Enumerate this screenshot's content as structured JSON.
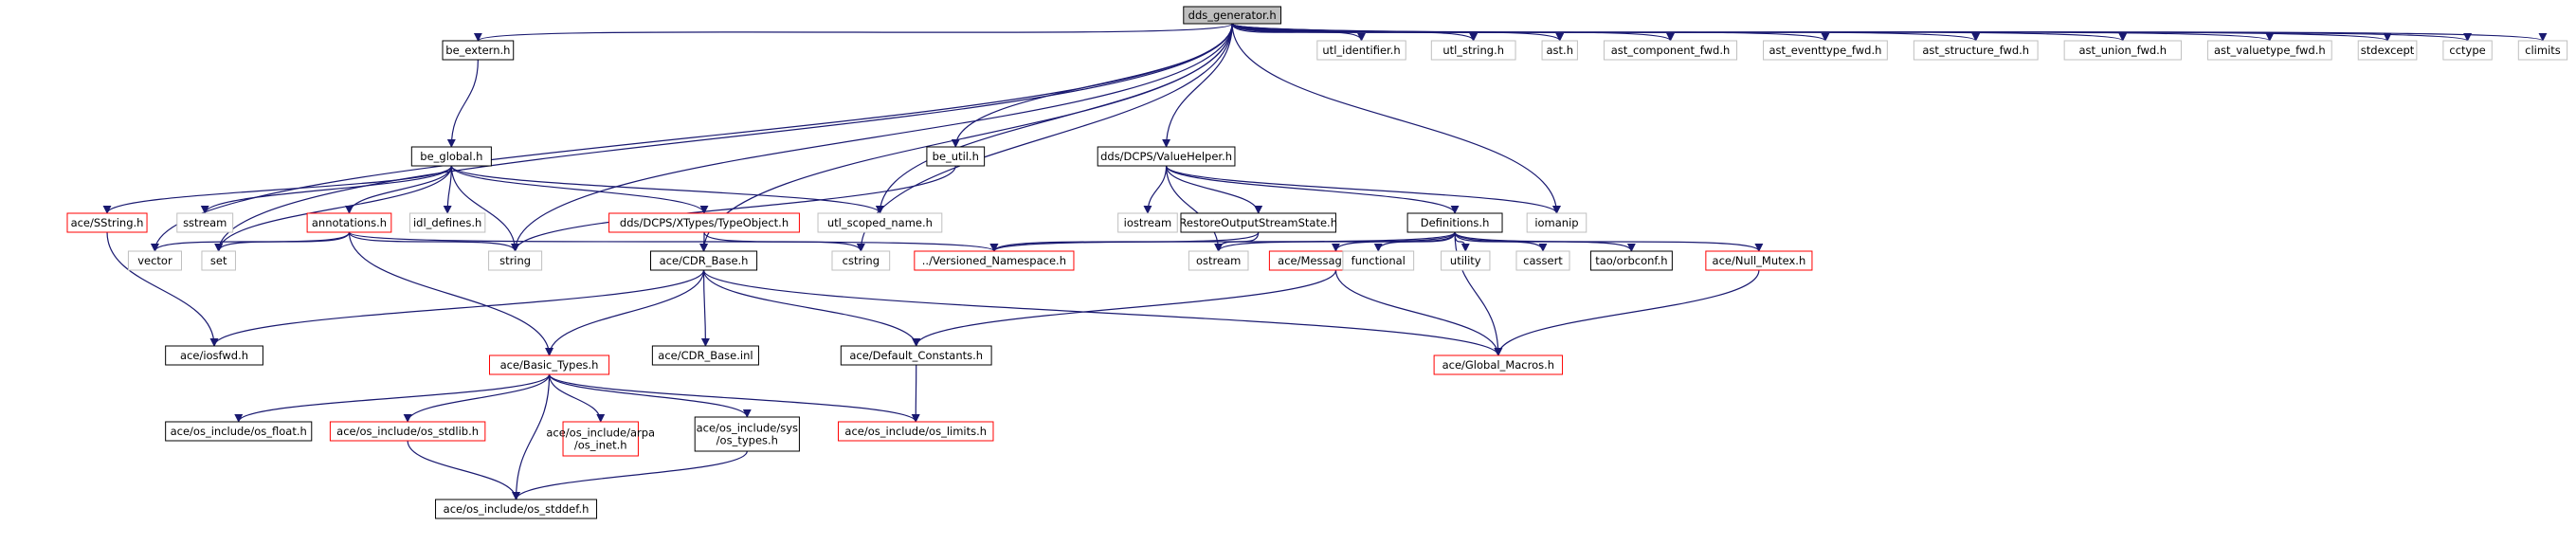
{
  "colors": {
    "edge": "#191970",
    "box_border_default": "#000000",
    "box_border_documented": "#000000",
    "box_border_truncated": "#ff0000",
    "box_border_external": "#bfbfbf",
    "root_fill": "#bfbfbf",
    "box_fill": "#ffffff"
  },
  "graph": {
    "root": "dds_generator.h",
    "nodes": [
      {
        "id": "root",
        "label": "dds_generator.h",
        "style": "root"
      },
      {
        "id": "be_extern",
        "label": "be_extern.h",
        "style": "documented"
      },
      {
        "id": "be_global",
        "label": "be_global.h",
        "style": "documented"
      },
      {
        "id": "be_util",
        "label": "be_util.h",
        "style": "documented"
      },
      {
        "id": "valuehelper",
        "label": "dds/DCPS/ValueHelper.h",
        "style": "documented"
      },
      {
        "id": "utl_identifier",
        "label": "utl_identifier.h",
        "style": "external"
      },
      {
        "id": "utl_string",
        "label": "utl_string.h",
        "style": "external"
      },
      {
        "id": "ast",
        "label": "ast.h",
        "style": "external"
      },
      {
        "id": "ast_component",
        "label": "ast_component_fwd.h",
        "style": "external"
      },
      {
        "id": "ast_eventtype",
        "label": "ast_eventtype_fwd.h",
        "style": "external"
      },
      {
        "id": "ast_structure",
        "label": "ast_structure_fwd.h",
        "style": "external"
      },
      {
        "id": "ast_union",
        "label": "ast_union_fwd.h",
        "style": "external"
      },
      {
        "id": "ast_valuetype",
        "label": "ast_valuetype_fwd.h",
        "style": "external"
      },
      {
        "id": "stdexcept",
        "label": "stdexcept",
        "style": "external"
      },
      {
        "id": "cctype",
        "label": "cctype",
        "style": "external"
      },
      {
        "id": "climits",
        "label": "climits",
        "style": "external"
      },
      {
        "id": "sstring",
        "label": "ace/SString.h",
        "style": "truncated"
      },
      {
        "id": "sstream",
        "label": "sstream",
        "style": "external"
      },
      {
        "id": "annotations",
        "label": "annotations.h",
        "style": "truncated"
      },
      {
        "id": "idl_defines",
        "label": "idl_defines.h",
        "style": "external"
      },
      {
        "id": "typeobject",
        "label": "dds/DCPS/XTypes/TypeObject.h",
        "style": "truncated"
      },
      {
        "id": "utl_scoped",
        "label": "utl_scoped_name.h",
        "style": "external"
      },
      {
        "id": "iostream",
        "label": "iostream",
        "style": "external"
      },
      {
        "id": "restore",
        "label": "RestoreOutputStreamState.h",
        "style": "documented"
      },
      {
        "id": "definitions",
        "label": "Definitions.h",
        "style": "documented"
      },
      {
        "id": "iomanip",
        "label": "iomanip",
        "style": "external"
      },
      {
        "id": "vector",
        "label": "vector",
        "style": "external"
      },
      {
        "id": "set",
        "label": "set",
        "style": "external"
      },
      {
        "id": "string",
        "label": "string",
        "style": "external"
      },
      {
        "id": "cstring",
        "label": "cstring",
        "style": "external"
      },
      {
        "id": "versioned",
        "label": "../Versioned_Namespace.h",
        "style": "truncated"
      },
      {
        "id": "ostream",
        "label": "ostream",
        "style": "external"
      },
      {
        "id": "msgblock",
        "label": "ace/Message_Block.h",
        "style": "truncated"
      },
      {
        "id": "functional",
        "label": "functional",
        "style": "external"
      },
      {
        "id": "utility",
        "label": "utility",
        "style": "external"
      },
      {
        "id": "cassert",
        "label": "cassert",
        "style": "external"
      },
      {
        "id": "orbconf",
        "label": "tao/orbconf.h",
        "style": "documented"
      },
      {
        "id": "nullmutex",
        "label": "ace/Null_Mutex.h",
        "style": "truncated"
      },
      {
        "id": "cdrbase",
        "label": "ace/CDR_Base.h",
        "style": "documented"
      },
      {
        "id": "iosfwd",
        "label": "ace/iosfwd.h",
        "style": "documented"
      },
      {
        "id": "basictypes",
        "label": "ace/Basic_Types.h",
        "style": "truncated"
      },
      {
        "id": "cdrinl",
        "label": "ace/CDR_Base.inl",
        "style": "documented"
      },
      {
        "id": "defconst",
        "label": "ace/Default_Constants.h",
        "style": "documented"
      },
      {
        "id": "globalmacros",
        "label": "ace/Global_Macros.h",
        "style": "truncated"
      },
      {
        "id": "osfloat",
        "label": "ace/os_include/os_float.h",
        "style": "documented"
      },
      {
        "id": "osstdlib",
        "label": "ace/os_include/os_stdlib.h",
        "style": "truncated"
      },
      {
        "id": "osinet",
        "label": "ace/os_include/arpa\n/os_inet.h",
        "style": "truncated"
      },
      {
        "id": "ostypes",
        "label": "ace/os_include/sys\n/os_types.h",
        "style": "documented"
      },
      {
        "id": "oslimits",
        "label": "ace/os_include/os_limits.h",
        "style": "truncated"
      },
      {
        "id": "osstddef",
        "label": "ace/os_include/os_stddef.h",
        "style": "documented"
      }
    ],
    "edges": [
      [
        "root",
        "be_extern"
      ],
      [
        "root",
        "be_util"
      ],
      [
        "root",
        "valuehelper"
      ],
      [
        "root",
        "utl_identifier"
      ],
      [
        "root",
        "utl_string"
      ],
      [
        "root",
        "ast"
      ],
      [
        "root",
        "ast_component"
      ],
      [
        "root",
        "ast_eventtype"
      ],
      [
        "root",
        "ast_structure"
      ],
      [
        "root",
        "ast_union"
      ],
      [
        "root",
        "ast_valuetype"
      ],
      [
        "root",
        "stdexcept"
      ],
      [
        "root",
        "cctype"
      ],
      [
        "root",
        "climits"
      ],
      [
        "root",
        "set"
      ],
      [
        "root",
        "vector"
      ],
      [
        "root",
        "string"
      ],
      [
        "root",
        "utl_scoped"
      ],
      [
        "root",
        "cdrbase"
      ],
      [
        "root",
        "cstring"
      ],
      [
        "root",
        "iomanip"
      ],
      [
        "be_extern",
        "be_global"
      ],
      [
        "be_global",
        "sstring"
      ],
      [
        "be_global",
        "sstream"
      ],
      [
        "be_global",
        "annotations"
      ],
      [
        "be_global",
        "idl_defines"
      ],
      [
        "be_global",
        "typeobject"
      ],
      [
        "be_global",
        "utl_scoped"
      ],
      [
        "be_global",
        "set"
      ],
      [
        "be_global",
        "string"
      ],
      [
        "be_util",
        "string"
      ],
      [
        "valuehelper",
        "iostream"
      ],
      [
        "valuehelper",
        "restore"
      ],
      [
        "valuehelper",
        "definitions"
      ],
      [
        "valuehelper",
        "iomanip"
      ],
      [
        "valuehelper",
        "ostream"
      ],
      [
        "sstring",
        "iosfwd"
      ],
      [
        "annotations",
        "vector"
      ],
      [
        "annotations",
        "set"
      ],
      [
        "annotations",
        "string"
      ],
      [
        "annotations",
        "versioned"
      ],
      [
        "annotations",
        "basictypes"
      ],
      [
        "typeobject",
        "cdrbase"
      ],
      [
        "typeobject",
        "cstring"
      ],
      [
        "restore",
        "versioned"
      ],
      [
        "restore",
        "ostream"
      ],
      [
        "definitions",
        "versioned"
      ],
      [
        "definitions",
        "ostream"
      ],
      [
        "definitions",
        "msgblock"
      ],
      [
        "definitions",
        "functional"
      ],
      [
        "definitions",
        "utility"
      ],
      [
        "definitions",
        "cassert"
      ],
      [
        "definitions",
        "orbconf"
      ],
      [
        "definitions",
        "nullmutex"
      ],
      [
        "definitions",
        "globalmacros"
      ],
      [
        "cdrbase",
        "iosfwd"
      ],
      [
        "cdrbase",
        "basictypes"
      ],
      [
        "cdrbase",
        "cdrinl"
      ],
      [
        "cdrbase",
        "defconst"
      ],
      [
        "cdrbase",
        "globalmacros"
      ],
      [
        "msgblock",
        "defconst"
      ],
      [
        "msgblock",
        "globalmacros"
      ],
      [
        "nullmutex",
        "globalmacros"
      ],
      [
        "defconst",
        "oslimits"
      ],
      [
        "basictypes",
        "osfloat"
      ],
      [
        "basictypes",
        "osstdlib"
      ],
      [
        "basictypes",
        "osinet"
      ],
      [
        "basictypes",
        "ostypes"
      ],
      [
        "basictypes",
        "oslimits"
      ],
      [
        "basictypes",
        "osstddef"
      ],
      [
        "osstdlib",
        "osstddef"
      ],
      [
        "ostypes",
        "osstddef"
      ]
    ]
  }
}
